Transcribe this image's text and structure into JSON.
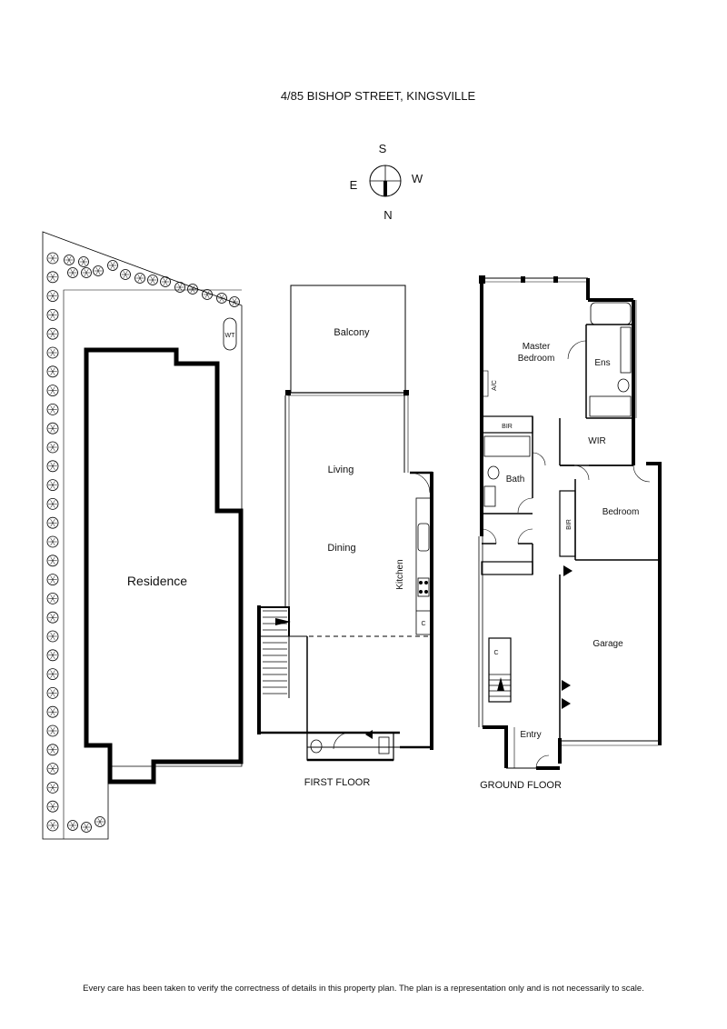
{
  "title": "4/85 BISHOP STREET,  KINGSVILLE",
  "compass": {
    "south": "S",
    "east": "E",
    "west": "W",
    "north": "N"
  },
  "site": {
    "residence": "Residence",
    "water_tank": "WT"
  },
  "first_floor": {
    "caption": "FIRST FLOOR",
    "balcony": "Balcony",
    "living": "Living",
    "dining": "Dining",
    "kitchen": "Kitchen",
    "cupboard": "C"
  },
  "ground_floor": {
    "caption": "GROUND FLOOR",
    "master_bedroom": "Master\nBedroom",
    "ensuite": "Ens",
    "ac": "A/C",
    "bir_master": "BIR",
    "wir": "WIR",
    "bath": "Bath",
    "bedroom": "Bedroom",
    "bir_bedroom": "BIR",
    "garage": "Garage",
    "cupboard": "C",
    "entry": "Entry"
  },
  "disclaimer": "Every care has been taken to verify the correctness of details in this property plan. The plan is a representation only and is not necessarily to scale."
}
